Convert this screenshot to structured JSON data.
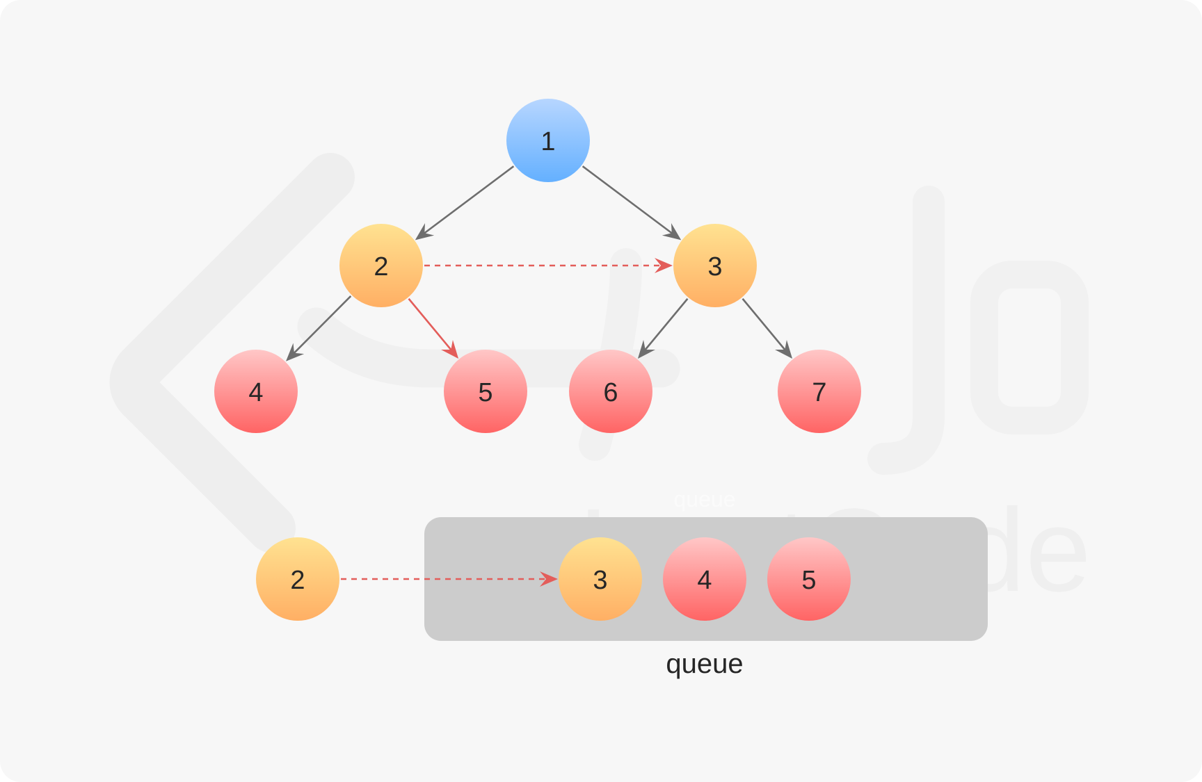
{
  "colors": {
    "background": "#f7f7f7",
    "edge": "#6e6e6e",
    "highlight": "#e35d5a",
    "queue_box": "#cccccc",
    "root_top": "#b7d6ff",
    "root_bottom": "#64b0ff",
    "level2_top": "#ffe291",
    "level2_bottom": "#ffaf64",
    "leaf_top": "#ffc7c7",
    "leaf_bottom": "#ff6464"
  },
  "tree": {
    "nodes": [
      {
        "id": "n1",
        "label": "1",
        "tone": "root"
      },
      {
        "id": "n2",
        "label": "2",
        "tone": "level2"
      },
      {
        "id": "n3",
        "label": "3",
        "tone": "level2"
      },
      {
        "id": "n4",
        "label": "4",
        "tone": "leaf"
      },
      {
        "id": "n5",
        "label": "5",
        "tone": "leaf"
      },
      {
        "id": "n6",
        "label": "6",
        "tone": "leaf"
      },
      {
        "id": "n7",
        "label": "7",
        "tone": "leaf"
      }
    ],
    "edges": [
      {
        "from": "n1",
        "to": "n2",
        "style": "normal"
      },
      {
        "from": "n1",
        "to": "n3",
        "style": "normal"
      },
      {
        "from": "n2",
        "to": "n4",
        "style": "normal"
      },
      {
        "from": "n2",
        "to": "n5",
        "style": "highlight"
      },
      {
        "from": "n3",
        "to": "n6",
        "style": "normal"
      },
      {
        "from": "n3",
        "to": "n7",
        "style": "normal"
      }
    ],
    "next_pointer": {
      "from": "n2",
      "to": "n3",
      "style": "dashed"
    }
  },
  "queue": {
    "label": "queue",
    "ghost_label": "queue",
    "current": {
      "label": "2",
      "tone": "level2"
    },
    "items": [
      {
        "label": "3",
        "tone": "level2"
      },
      {
        "label": "4",
        "tone": "leaf"
      },
      {
        "label": "5",
        "tone": "leaf"
      }
    ]
  }
}
